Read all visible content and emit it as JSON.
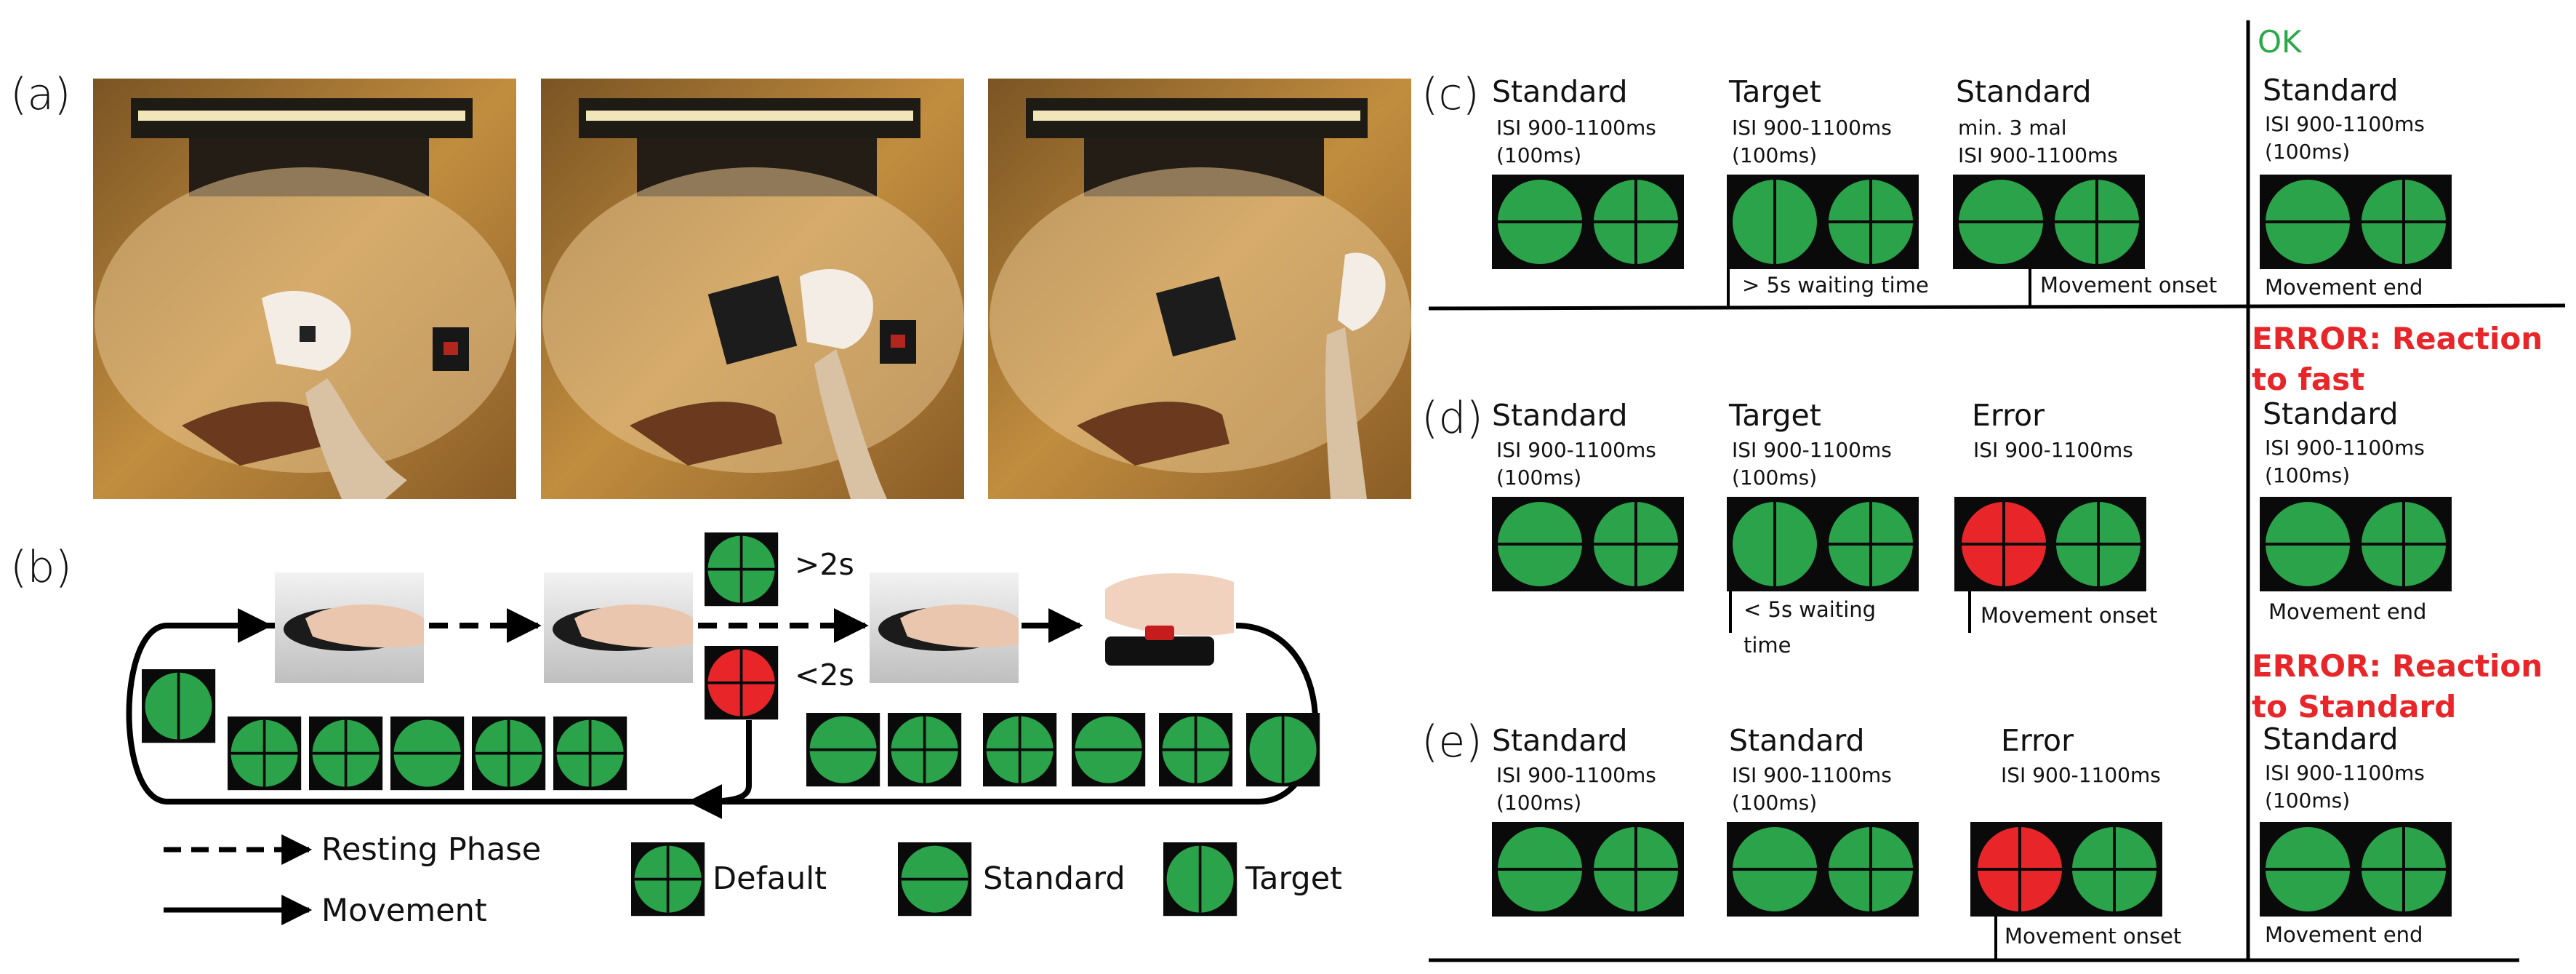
{
  "panels": {
    "a": "(a)",
    "b": "(b)",
    "c": "(c)",
    "d": "(d)",
    "e": "(e)"
  },
  "panel_b": {
    "gt2s": ">2s",
    "lt2s": "<2s",
    "legend": {
      "resting": "Resting Phase",
      "movement": "Movement",
      "default": "Default",
      "standard": "Standard",
      "target": "Target"
    }
  },
  "panel_c": {
    "col1": {
      "title": "Standard",
      "l1": "ISI 900-1100ms",
      "l2": "(100ms)"
    },
    "col2": {
      "title": "Target",
      "l1": "ISI 900-1100ms",
      "l2": "(100ms)"
    },
    "col3": {
      "title": "Standard",
      "l1": "min. 3 mal",
      "l2": "ISI 900-1100ms"
    },
    "col4": {
      "title": "Standard",
      "l1": "ISI 900-1100ms",
      "l2": "(100ms)"
    },
    "status": "OK",
    "wait": "> 5s waiting time",
    "onset": "Movement onset",
    "end": "Movement end"
  },
  "panel_d": {
    "col1": {
      "title": "Standard",
      "l1": "ISI 900-1100ms",
      "l2": "(100ms)"
    },
    "col2": {
      "title": "Target",
      "l1": "ISI 900-1100ms",
      "l2": "(100ms)"
    },
    "col3": {
      "title": "Error",
      "l1": "ISI 900-1100ms"
    },
    "col4": {
      "title": "Standard",
      "l1": "ISI 900-1100ms",
      "l2": "(100ms)"
    },
    "status1": "ERROR: Reaction",
    "status2": "to fast",
    "wait1": "< 5s waiting",
    "wait2": "time",
    "onset": "Movement onset",
    "end": "Movement end"
  },
  "panel_e": {
    "col1": {
      "title": "Standard",
      "l1": "ISI 900-1100ms",
      "l2": "(100ms)"
    },
    "col2": {
      "title": "Standard",
      "l1": "ISI 900-1100ms",
      "l2": "(100ms)"
    },
    "col3": {
      "title": "Error",
      "l1": "ISI 900-1100ms"
    },
    "col4": {
      "title": "Standard",
      "l1": "ISI 900-1100ms",
      "l2": "(100ms)"
    },
    "status1": "ERROR: Reaction",
    "status2": "to Standard",
    "onset": "Movement onset",
    "end": "Movement end"
  },
  "colors": {
    "green": "#2aa34a",
    "red": "#e8262a",
    "black": "#0a0a0a",
    "ok_green": "#2ba84a"
  },
  "photos": [
    "hand-photo",
    "hand-photo",
    "hand-photo"
  ]
}
